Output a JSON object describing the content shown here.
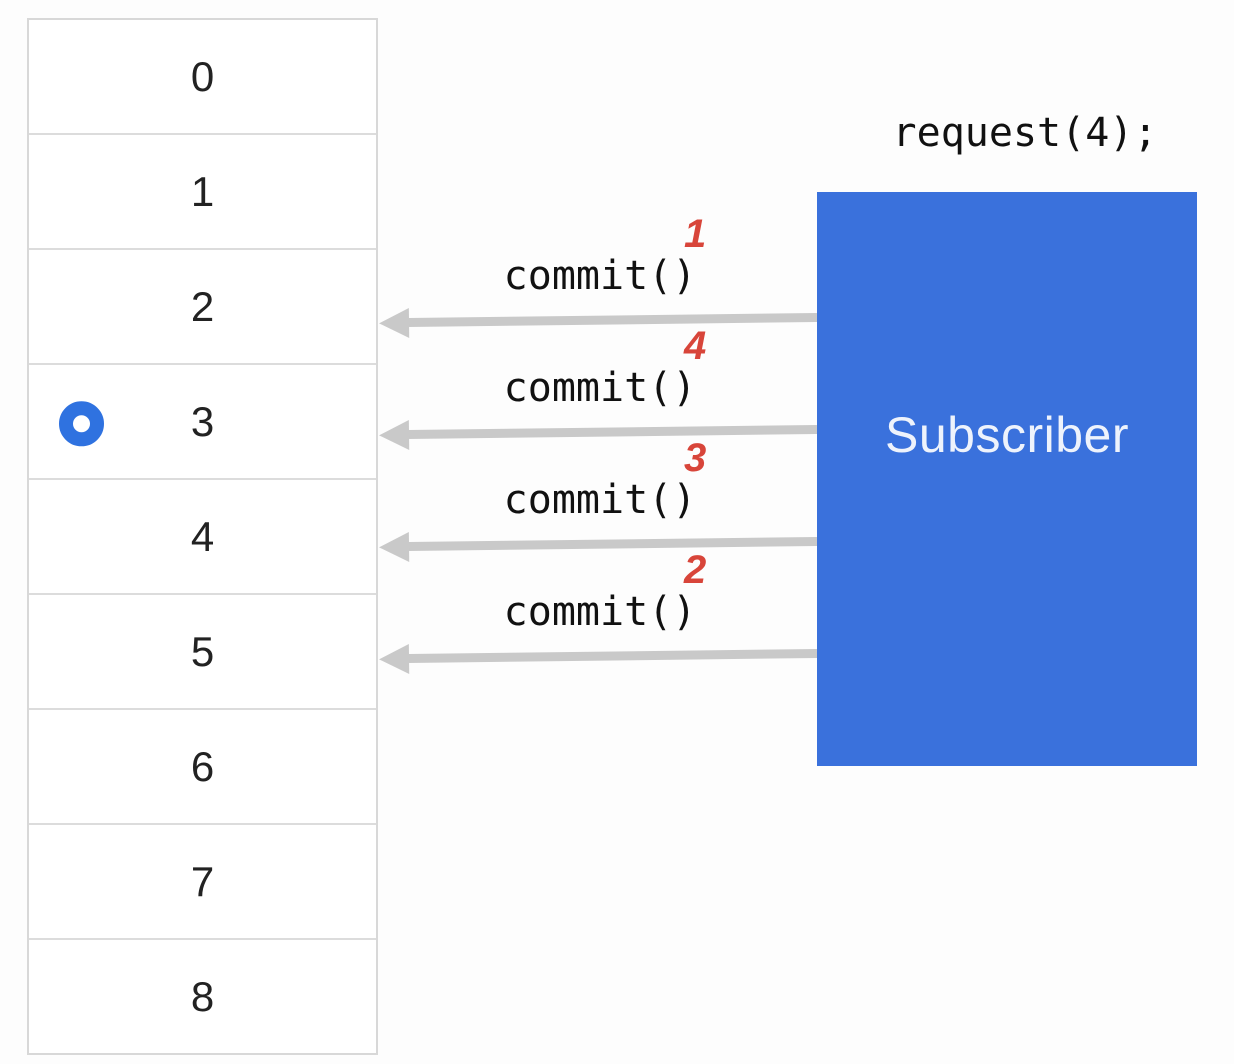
{
  "buffer": {
    "cells": [
      "0",
      "1",
      "2",
      "3",
      "4",
      "5",
      "6",
      "7",
      "8"
    ],
    "marker_row_index": 3
  },
  "subscriber": {
    "label": "Subscriber",
    "request_label": "request(4);"
  },
  "commits": [
    {
      "label": "commit()",
      "order": "1"
    },
    {
      "label": "commit()",
      "order": "4"
    },
    {
      "label": "commit()",
      "order": "3"
    },
    {
      "label": "commit()",
      "order": "2"
    }
  ],
  "colors": {
    "subscriber_box_blue": "#3a71dc",
    "marker_blue": "#2f72e0",
    "arrow_gray": "#c9c9c9",
    "order_number_red": "#d8453a",
    "table_border_gray": "#d8d8d8"
  }
}
